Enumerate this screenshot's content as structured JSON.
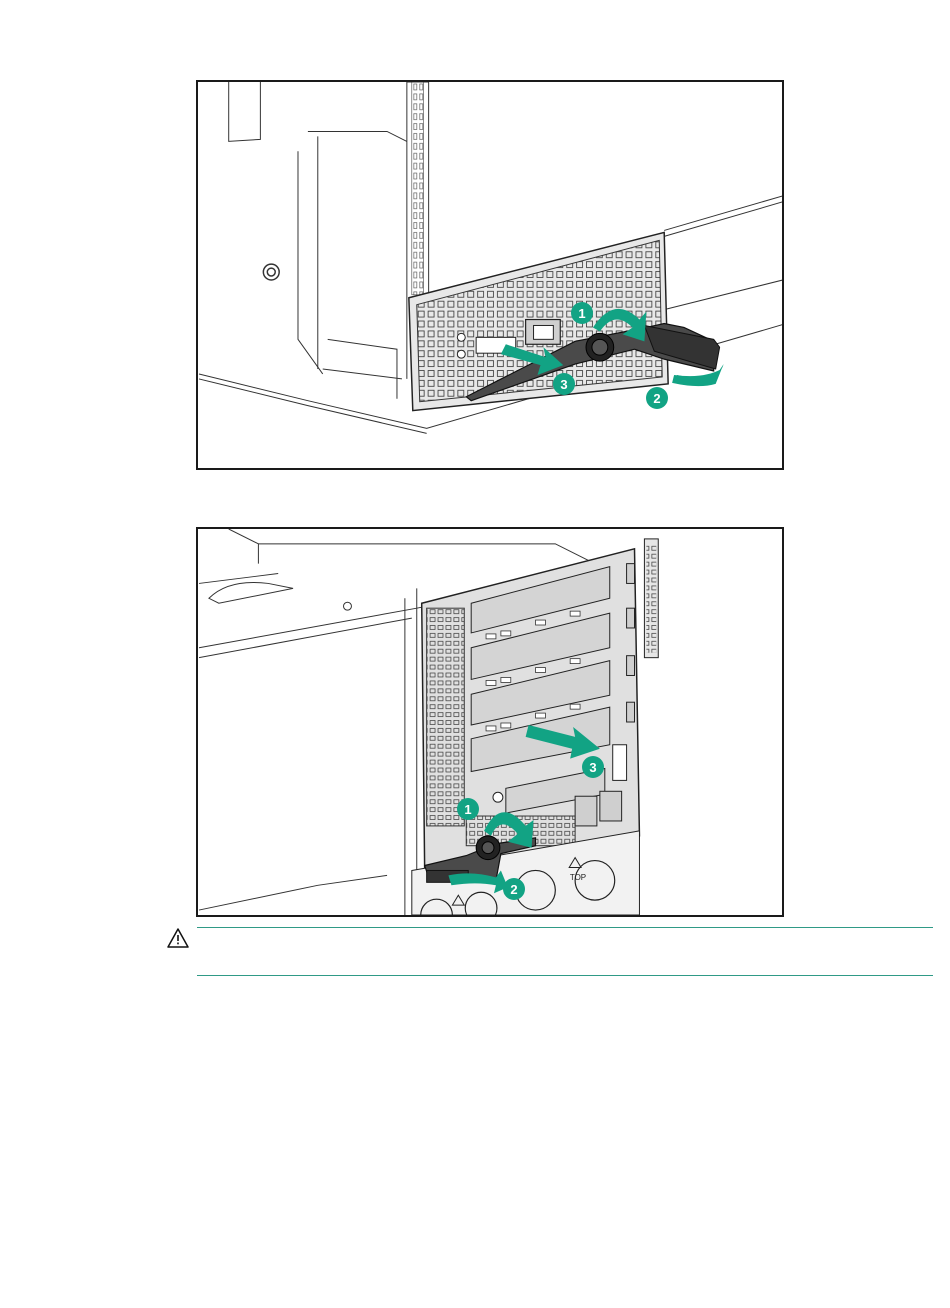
{
  "figures": [
    {
      "callouts": [
        "1",
        "2",
        "3"
      ]
    },
    {
      "callouts": [
        "1",
        "2",
        "3"
      ],
      "panel_labels": [
        "TOP"
      ]
    }
  ],
  "notice": {
    "icon": "caution-icon"
  },
  "colors": {
    "accent": "#12a384",
    "rule": "#2f9a86",
    "outline": "#1a1a1a"
  }
}
